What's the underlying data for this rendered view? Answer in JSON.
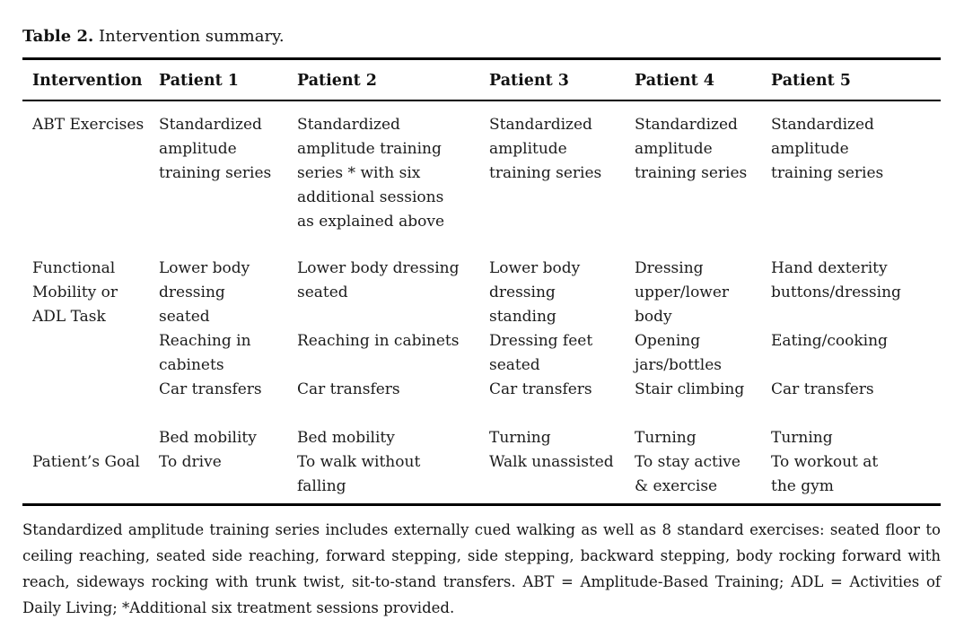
{
  "caption": {
    "label": "Table 2.",
    "text": "Intervention summary."
  },
  "table": {
    "headers": [
      "Intervention",
      "Patient 1",
      "Patient 2",
      "Patient 3",
      "Patient 4",
      "Patient 5"
    ],
    "abt": {
      "label": "ABT Exercises",
      "patients": [
        "Standardized amplitude training series",
        "Standardized amplitude training series * with six additional sessions as explained above",
        "Standardized amplitude training series",
        "Standardized amplitude training series",
        "Standardized amplitude training series"
      ]
    },
    "functional": {
      "label": "Functional Mobility or ADL Task",
      "tasks": [
        [
          "Lower body dressing seated",
          "Lower body dressing seated",
          "Lower body dressing standing",
          "Dressing upper/lower body",
          "Hand dexterity buttons/dressing"
        ],
        [
          "Reaching in cabinets",
          "Reaching in cabinets",
          "Dressing feet seated",
          "Opening jars/bottles",
          "Eating/cooking"
        ],
        [
          "Car transfers",
          "Car transfers",
          "Car transfers",
          "Stair climbing",
          "Car transfers"
        ],
        [
          "Bed mobility",
          "Bed mobility",
          "Turning",
          "Turning",
          "Turning"
        ]
      ]
    },
    "goal": {
      "label": "Patient’s Goal",
      "patients": [
        "To drive",
        "To walk without falling",
        "Walk unassisted",
        "To stay active & exercise",
        "To workout at the gym"
      ]
    }
  },
  "footnote": "Standardized amplitude training series includes externally cued walking as well as 8 standard exercises: seated floor to ceiling reaching, seated side reaching, forward stepping, side stepping, backward stepping, body rocking forward with reach, sideways rocking with trunk twist, sit-to-stand transfers. ABT = Amplitude-Based Training; ADL = Activities of Daily Living; *Additional six treatment sessions provided."
}
